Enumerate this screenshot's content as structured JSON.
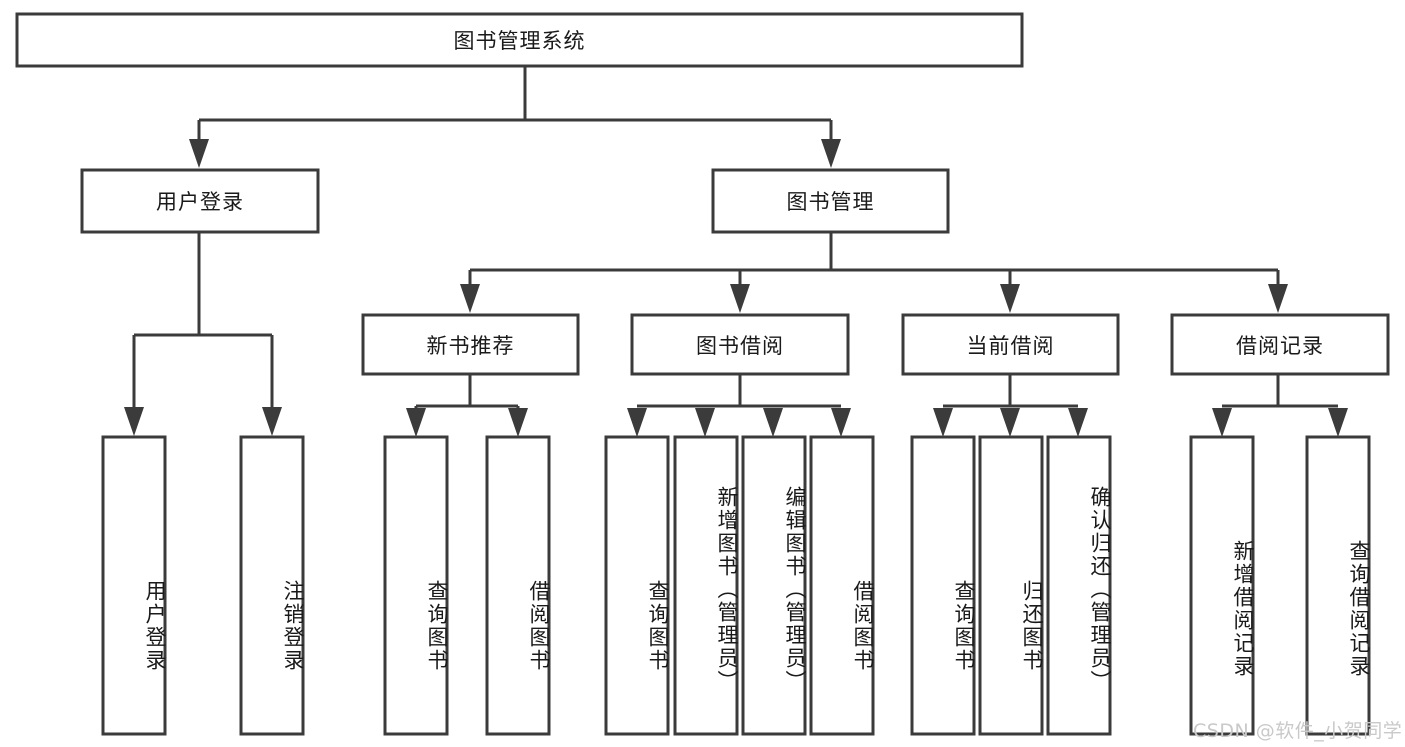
{
  "diagram": {
    "type": "tree",
    "orientation": "top-down",
    "root": {
      "label": "图书管理系统"
    },
    "level2": [
      {
        "label": "用户登录"
      },
      {
        "label": "图书管理"
      }
    ],
    "level3": [
      {
        "label": "新书推荐"
      },
      {
        "label": "图书借阅"
      },
      {
        "label": "当前借阅"
      },
      {
        "label": "借阅记录"
      }
    ],
    "leaves": {
      "user_login": [
        {
          "label": "用户登录"
        },
        {
          "label": "注销登录"
        }
      ],
      "new_book_recommend": [
        {
          "label": "查询图书"
        },
        {
          "label": "借阅图书"
        }
      ],
      "book_borrow": [
        {
          "label": "查询图书"
        },
        {
          "label": "新增图书（管理员）"
        },
        {
          "label": "编辑图书（管理员）"
        },
        {
          "label": "借阅图书"
        }
      ],
      "current_borrow": [
        {
          "label": "查询图书"
        },
        {
          "label": "归还图书"
        },
        {
          "label": "确认归还（管理员）"
        }
      ],
      "borrow_record": [
        {
          "label": "新增借阅记录"
        },
        {
          "label": "查询借阅记录"
        }
      ]
    }
  },
  "watermark": {
    "text": "CSDN @软件_小贺同学"
  },
  "colors": {
    "box_stroke": "#3b3b3b",
    "box_fill": "#ffffff",
    "text": "#1a1a1a",
    "watermark": "#c9c9c9",
    "background": "#ffffff"
  }
}
